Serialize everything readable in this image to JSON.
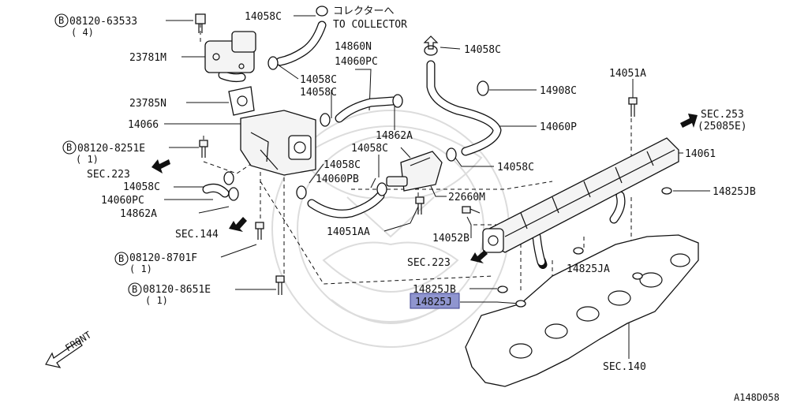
{
  "diagram": {
    "figure_code": "A148D058",
    "front_label": "FRONT",
    "highlighted_part": "14825J",
    "labels": {
      "bolt_63533": "08120-63533",
      "bolt_63533_qty": "( 4)",
      "p23781M": "23781M",
      "p23785N": "23785N",
      "p14066": "14066",
      "bolt_8251": "08120-8251E",
      "bolt_8251_qty": "( 1)",
      "sec223_left": "SEC.223",
      "p14058C_a": "14058C",
      "p14060PC_a": "14060PC",
      "p14862A_a": "14862A",
      "sec144": "SEC.144",
      "bolt_8701": "08120-8701F",
      "bolt_8701_qty": "( 1)",
      "bolt_8651": "08120-8651E",
      "bolt_8651_qty": "( 1)",
      "p14058C_top": "14058C",
      "collector_jp": "コレクターへ",
      "collector_en": "TO COLLECTOR",
      "p14860N": "14860N",
      "p14060PC_b": "14060PC",
      "p14058C_b": "14058C",
      "p14058C_c": "14058C",
      "p14862A_b": "14862A",
      "p14058C_d": "14058C",
      "p14058C_e": "14058C",
      "p14060PB": "14060PB",
      "p22660M": "22660M",
      "p14051AA": "14051AA",
      "p14058C_f": "14058C",
      "p14908C": "14908C",
      "p14060P": "14060P",
      "p14058C_g": "14058C",
      "p14051A": "14051A",
      "sec253": "SEC.253",
      "sec253_sub": "(25085E)",
      "p14061": "14061",
      "p14825JB_a": "14825JB",
      "p14052B": "14052B",
      "sec223_mid": "SEC.223",
      "p14825JA": "14825JA",
      "p14825JB_b": "14825JB",
      "p14825J": "14825J",
      "sec140": "SEC.140"
    },
    "icons": {
      "bolt_prefix": "circled-b-icon",
      "front_arrow": "front-arrow-icon",
      "section_arrow": "section-arrow-icon",
      "up_arrow": "up-arrow-icon",
      "watermark": "crest-watermark-icon"
    },
    "colors": {
      "highlight": "#8f95cf",
      "ink": "#111111"
    }
  }
}
